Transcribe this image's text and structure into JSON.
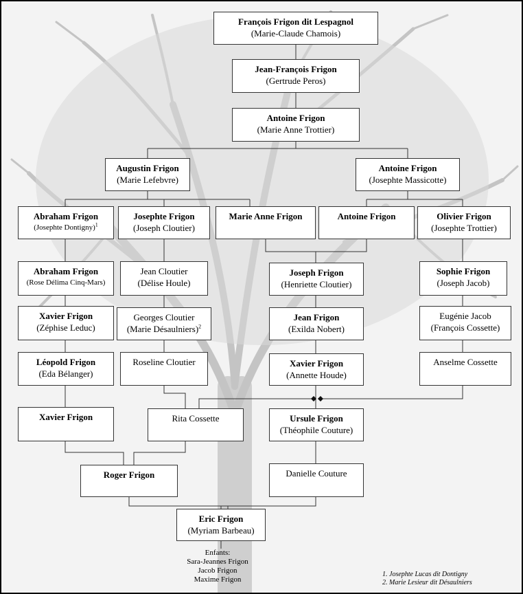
{
  "nodes": [
    {
      "id": "francois",
      "name": "François Frigon dit Lespagnol",
      "spouse": "(Marie-Claude Chamois)"
    },
    {
      "id": "jean-francois",
      "name": "Jean-François Frigon",
      "spouse": "(Gertrude Peros)"
    },
    {
      "id": "antoine-1",
      "name": "Antoine Frigon",
      "spouse": "(Marie Anne Trottier)"
    },
    {
      "id": "augustin",
      "name": "Augustin Frigon",
      "spouse": "(Marie Lefebvre)"
    },
    {
      "id": "antoine-2",
      "name": "Antoine Frigon",
      "spouse": "(Josephte Massicotte)"
    },
    {
      "id": "abraham-1",
      "name": "Abraham Frigon",
      "spouse": "(Josephte Dontigny)",
      "note": "1"
    },
    {
      "id": "josephte",
      "name": "Josephte Frigon",
      "spouse": "(Joseph Cloutier)"
    },
    {
      "id": "marie-anne",
      "name": "Marie Anne Frigon",
      "spouse": ""
    },
    {
      "id": "antoine-3",
      "name": "Antoine Frigon",
      "spouse": ""
    },
    {
      "id": "olivier",
      "name": "Olivier Frigon",
      "spouse": "(Josephte Trottier)"
    },
    {
      "id": "abraham-2",
      "name": "Abraham Frigon",
      "spouse": "(Rose Délima Cinq-Mars)"
    },
    {
      "id": "jean-cloutier",
      "name": "Jean Cloutier",
      "spouse": "(Délise Houle)"
    },
    {
      "id": "joseph",
      "name": "Joseph Frigon",
      "spouse": "(Henriette Cloutier)"
    },
    {
      "id": "sophie",
      "name": "Sophie Frigon",
      "spouse": "(Joseph Jacob)"
    },
    {
      "id": "xavier-1",
      "name": "Xavier Frigon",
      "spouse": "(Zéphise Leduc)"
    },
    {
      "id": "georges",
      "name": "Georges Cloutier",
      "spouse": "(Marie Désaulniers)",
      "note": "2"
    },
    {
      "id": "jean",
      "name": "Jean Frigon",
      "spouse": "(Exilda Nobert)"
    },
    {
      "id": "eugenie",
      "name": "Eugénie Jacob",
      "spouse": "(François Cossette)"
    },
    {
      "id": "leopold",
      "name": "Léopold Frigon",
      "spouse": "(Eda Bélanger)"
    },
    {
      "id": "roseline",
      "name": "Roseline Cloutier",
      "spouse": ""
    },
    {
      "id": "xavier-2",
      "name": "Xavier Frigon",
      "spouse": "(Annette Houde)"
    },
    {
      "id": "anselme",
      "name": "Anselme Cossette",
      "spouse": ""
    },
    {
      "id": "xavier-3",
      "name": "Xavier Frigon",
      "spouse": ""
    },
    {
      "id": "rita",
      "name": "Rita Cossette",
      "spouse": ""
    },
    {
      "id": "ursule",
      "name": "Ursule Frigon",
      "spouse": "(Théophile Couture)"
    },
    {
      "id": "roger",
      "name": "Roger Frigon",
      "spouse": ""
    },
    {
      "id": "danielle",
      "name": "Danielle Couture",
      "spouse": ""
    },
    {
      "id": "eric",
      "name": "Eric Frigon",
      "spouse": "(Myriam Barbeau)"
    }
  ],
  "children": {
    "heading": "Enfants:",
    "names": [
      "Sara-Jeannes Frigon",
      "Jacob Frigon",
      "Maxime Frigon"
    ]
  },
  "footnotes": [
    "1. Josephte Lucas dit Dontigny",
    "2. Marie Lesieur dit Désaulniers"
  ],
  "colors": {
    "background": "#f3f3f3",
    "box_fill": "#ffffff",
    "line": "#333333",
    "tree": "#b5b5b5"
  }
}
